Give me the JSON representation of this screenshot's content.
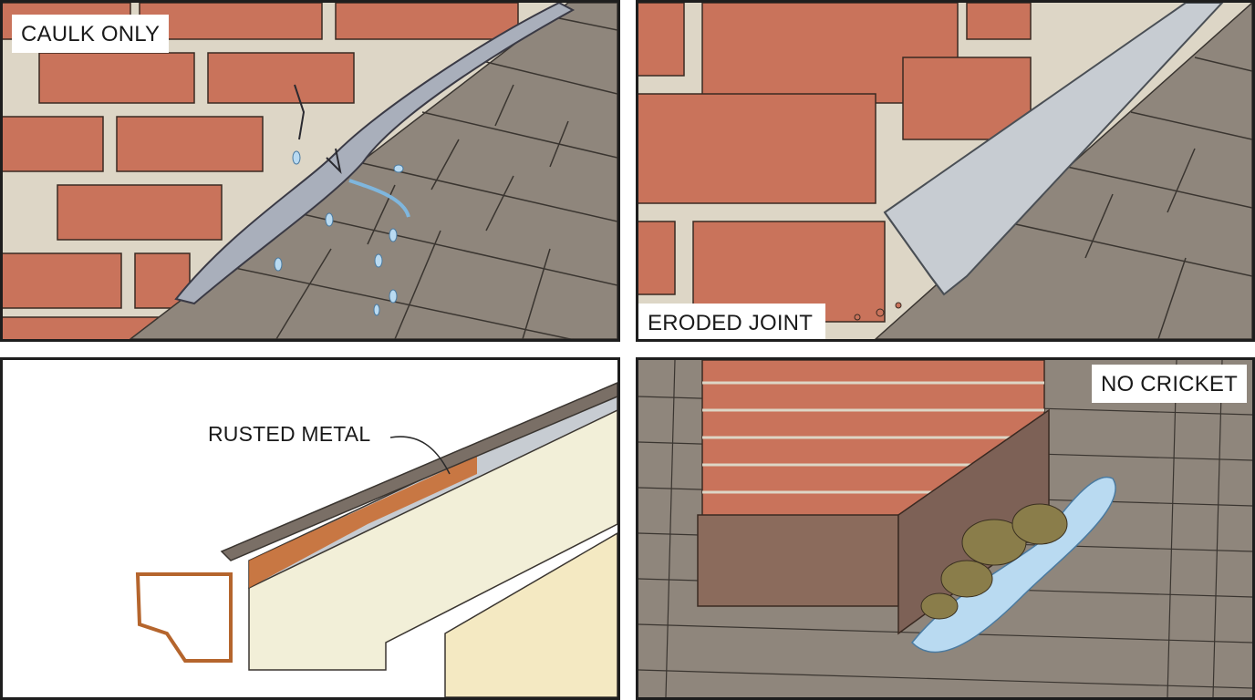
{
  "panels": [
    {
      "id": "caulk",
      "label": "CAULK ONLY"
    },
    {
      "id": "eroded",
      "label": "ERODED JOINT"
    },
    {
      "id": "rusted",
      "label": "RUSTED METAL"
    },
    {
      "id": "cricket",
      "label": "NO CRICKET"
    }
  ],
  "colors": {
    "brick": "#c9735b",
    "mortar": "#ddd6c6",
    "shingle": "#8f867c",
    "caulk": "#a9afbb",
    "flashing": "#c7ccd2",
    "rust": "#c8672a",
    "fascia": "#f2efd8",
    "siding": "#f4e9c2",
    "water": "#b9daf1"
  }
}
